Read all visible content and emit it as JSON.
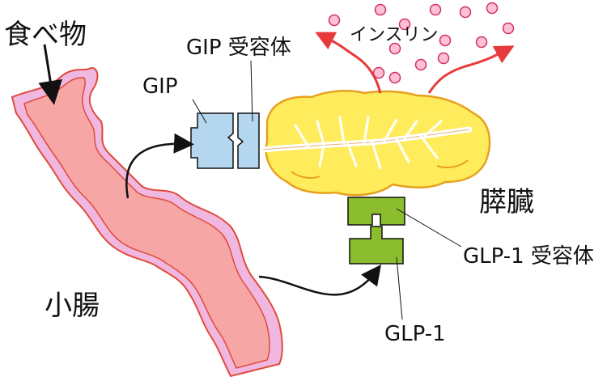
{
  "labels": {
    "food": "食べ物",
    "small_intestine": "小腸",
    "pancreas": "膵臓",
    "gip": "GIP",
    "gip_receptor": "GIP 受容体",
    "glp1": "GLP-1",
    "glp1_receptor": "GLP-1 受容体",
    "insulin": "インスリン"
  },
  "colors": {
    "intestine_fill": "#f7a6a6",
    "intestine_edge": "#f0b8e0",
    "pancreas_fill": "#ffec5c",
    "pancreas_stroke": "#e8a020",
    "gip_fill": "#b5d6ef",
    "glp1_fill": "#8cbd2f",
    "insulin_fill": "#ffc0d4",
    "arrow_red": "#e83a3a"
  },
  "icons": [
    "intestine-shape",
    "pancreas-shape",
    "gip-block",
    "gip-receptor-block",
    "glp1-block",
    "glp1-receptor-block",
    "insulin-dot"
  ]
}
